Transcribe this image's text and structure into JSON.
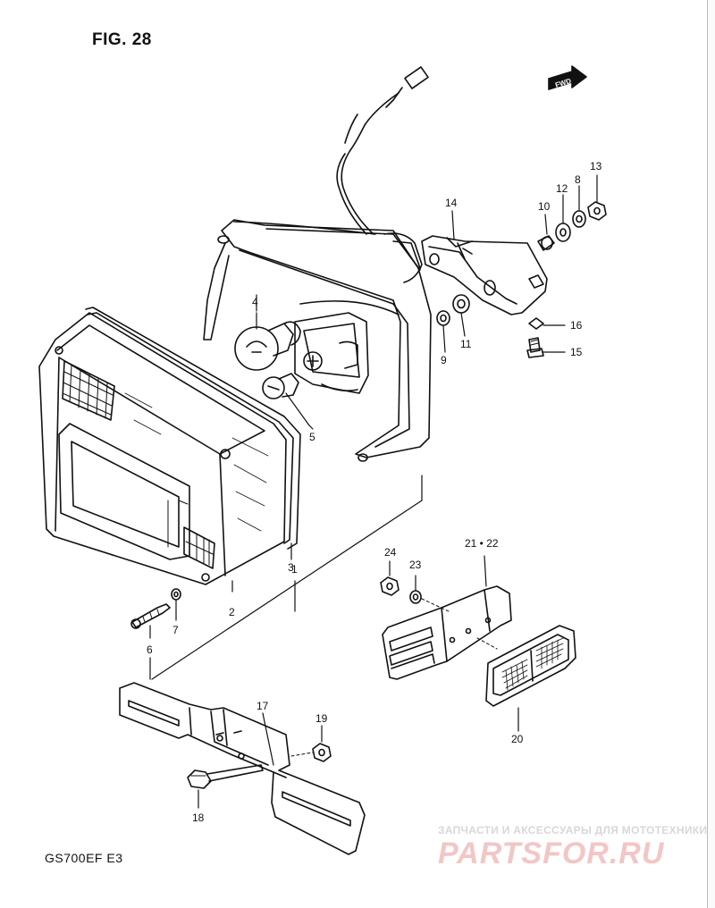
{
  "figure_title": "FIG. 28",
  "model_code": "GS700EF  E3",
  "fwd_label": "FWD",
  "watermark_text": "ЗАПЧАСТИ И АКСЕССУАРЫ ДЛЯ МОТОТЕХНИКИ",
  "watermark_logo": "PARTSFOR.RU",
  "callouts": {
    "c1": "1",
    "c2": "2",
    "c3": "3",
    "c4": "4",
    "c5": "5",
    "c6": "6",
    "c7": "7",
    "c8": "8",
    "c9": "9",
    "c10": "10",
    "c11": "11",
    "c12": "12",
    "c13": "13",
    "c14": "14",
    "c15": "15",
    "c16": "16",
    "c17": "17",
    "c18": "18",
    "c19": "19",
    "c20": "20",
    "c21_22": "21 • 22",
    "c23": "23",
    "c24": "24"
  }
}
